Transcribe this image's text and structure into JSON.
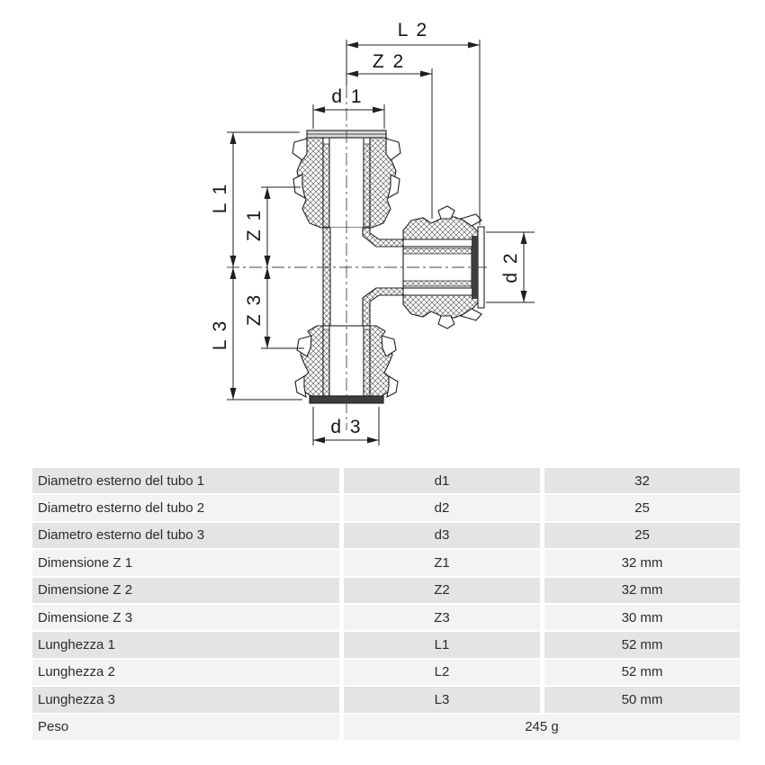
{
  "diagram": {
    "labels": {
      "l1": "L 1",
      "l2": "L 2",
      "l3": "L 3",
      "z1": "Z 1",
      "z2": "Z 2",
      "z3": "Z 3",
      "d1": "d 1",
      "d2": "d 2",
      "d3": "d 3"
    },
    "colors": {
      "line": "#1f1f1f",
      "rim_dark": "#3d3d3d",
      "rim_light": "#d9d9d9",
      "hatch": "#4a4a4a",
      "centerline": "#444444"
    }
  },
  "table": {
    "colors": {
      "row_odd": "#e4e4e4",
      "row_even": "#f3f3f3",
      "text": "#2b2b2b"
    },
    "rows": [
      {
        "label": "Diametro esterno del tubo 1",
        "symbol": "d1",
        "value": "32",
        "merged": false
      },
      {
        "label": "Diametro esterno del tubo 2",
        "symbol": "d2",
        "value": "25",
        "merged": false
      },
      {
        "label": "Diametro esterno del tubo 3",
        "symbol": "d3",
        "value": "25",
        "merged": false
      },
      {
        "label": "Dimensione Z 1",
        "symbol": "Z1",
        "value": "32 mm",
        "merged": false
      },
      {
        "label": "Dimensione Z 2",
        "symbol": "Z2",
        "value": "32 mm",
        "merged": false
      },
      {
        "label": "Dimensione Z 3",
        "symbol": "Z3",
        "value": "30 mm",
        "merged": false
      },
      {
        "label": "Lunghezza 1",
        "symbol": "L1",
        "value": "52 mm",
        "merged": false
      },
      {
        "label": "Lunghezza 2",
        "symbol": "L2",
        "value": "52 mm",
        "merged": false
      },
      {
        "label": "Lunghezza 3",
        "symbol": "L3",
        "value": "50 mm",
        "merged": false
      },
      {
        "label": "Peso",
        "symbol": "",
        "value": "245 g",
        "merged": true
      }
    ]
  }
}
